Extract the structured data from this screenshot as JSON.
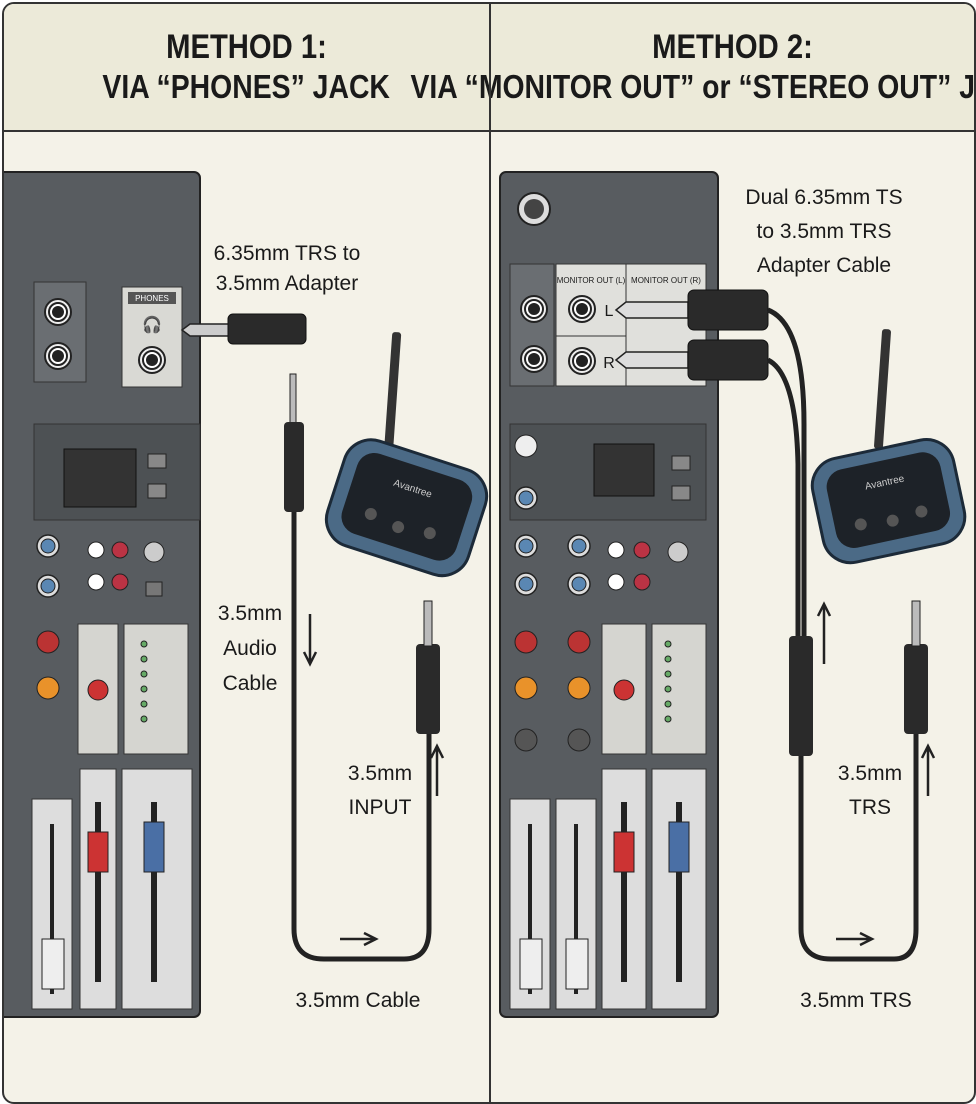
{
  "method1": {
    "title_line1": "METHOD 1:",
    "title_line2": "VIA “PHONES” JACK",
    "phones_label": "PHONES",
    "adapter_label_1": "6.35mm TRS to",
    "adapter_label_2": "3.5mm Adapter",
    "audio_cable_1": "3.5mm",
    "audio_cable_2": "Audio",
    "audio_cable_3": "Cable",
    "input_1": "3.5mm",
    "input_2": "INPUT",
    "bottom_cable": "3.5mm Cable",
    "device_brand": "Avantree"
  },
  "method2": {
    "title_line1": "METHOD 2:",
    "title_line2": "VIA “MONITOR OUT” or “STEREO OUT” JACKS",
    "monitor_l": "MONITOR OUT (L)",
    "monitor_r": "MONITOR OUT (R)",
    "jack_l": "L",
    "jack_r": "R",
    "cable_label_1": "Dual 6.35mm TS",
    "cable_label_2": "to 3.5mm TRS",
    "cable_label_3": "Adapter Cable",
    "trs_1": "3.5mm",
    "trs_2": "TRS",
    "bottom_cable": "3.5mm TRS",
    "device_brand": "Avantree"
  },
  "colors": {
    "background": "#f4f2e8",
    "header": "#ecead9",
    "mixer": "#585c60",
    "device": "#4b6a86"
  }
}
